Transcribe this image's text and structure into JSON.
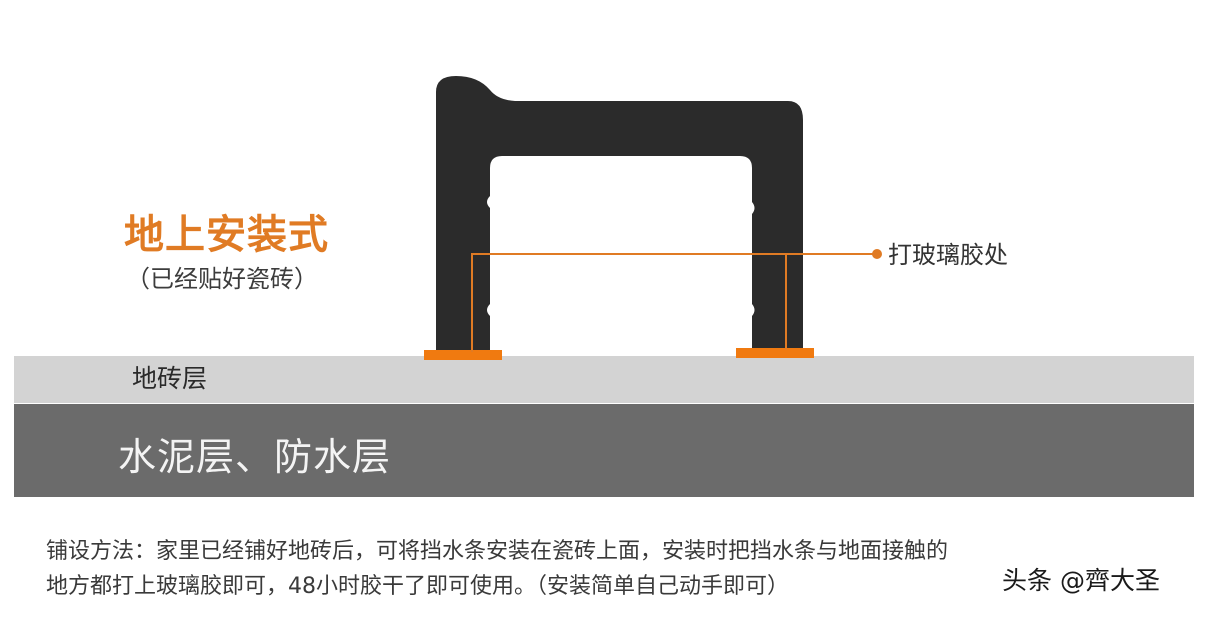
{
  "diagram": {
    "title": "地上安装式",
    "subtitle": "（已经贴好瓷砖）",
    "callout_label": "打玻璃胶处",
    "layers": [
      {
        "label": "地砖层",
        "color": "#d3d3d3"
      },
      {
        "label": "水泥层、防水层",
        "color": "#6b6b6b"
      }
    ],
    "colors": {
      "accent": "#e07b24",
      "strip_body": "#2b2b2b",
      "glue_pad": "#f07a10"
    }
  },
  "description": {
    "line1": "铺设方法：家里已经铺好地砖后，可将挡水条安装在瓷砖上面，安装时把挡水条与地面接触的",
    "line2": "地方都打上玻璃胶即可，48小时胶干了即可使用。（安装简单自己动手即可）"
  },
  "watermark": "头条 @齊大圣"
}
